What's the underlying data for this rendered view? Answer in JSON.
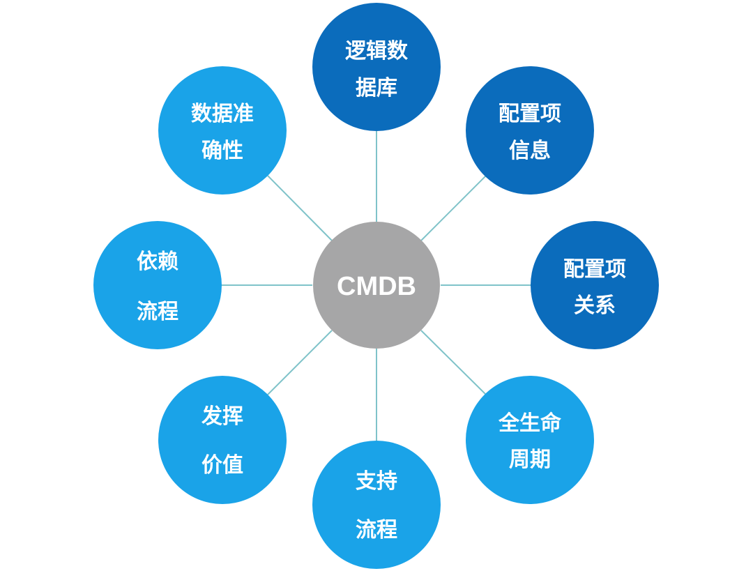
{
  "colors": {
    "hub": "#a6a6a7",
    "dark_node": "#0b6cbc",
    "light_node": "#1aa3e8",
    "connector": "#7fc3c9",
    "text": "#ffffff"
  },
  "hub": {
    "label": "CMDB"
  },
  "nodes": [
    {
      "line1": "逻辑数",
      "line2": "据库",
      "tone": "dark"
    },
    {
      "line1": "配置项",
      "line2": "信息",
      "tone": "dark"
    },
    {
      "line1": "配置项",
      "line2": "关系",
      "tone": "dark"
    },
    {
      "line1": "全生命",
      "line2": "周期",
      "tone": "light"
    },
    {
      "line1": "支持",
      "line2": "流程",
      "tone": "light"
    },
    {
      "line1": "发挥",
      "line2": "价值",
      "tone": "light"
    },
    {
      "line1": "依赖",
      "line2": "流程",
      "tone": "light"
    },
    {
      "line1": "数据准",
      "line2": "确性",
      "tone": "light"
    }
  ]
}
